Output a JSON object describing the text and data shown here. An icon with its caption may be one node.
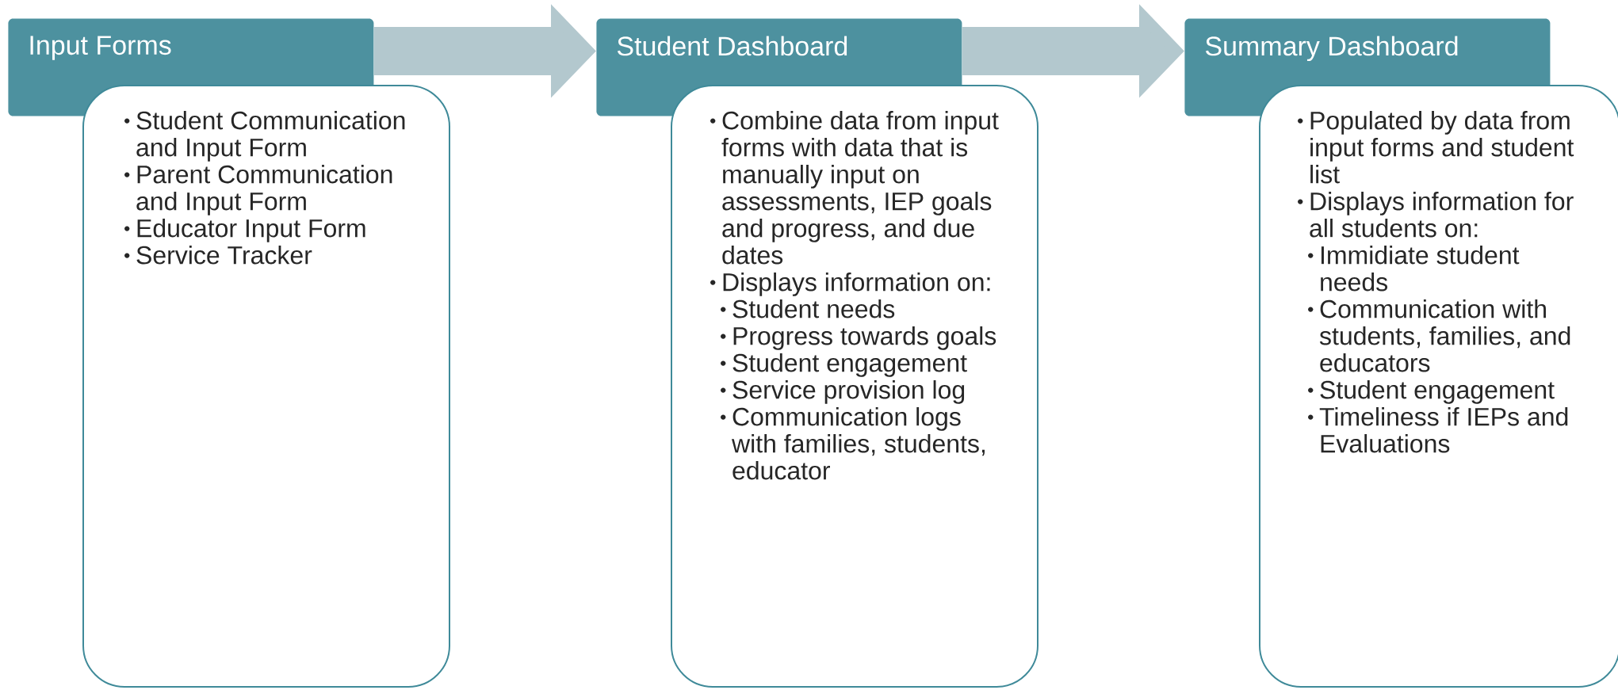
{
  "diagram": {
    "nodes": [
      {
        "text": [
          "Input Forms"
        ]
      },
      {
        "text": [
          "Student Communication and Input Form",
          "Parent Communication and Input Form",
          "Educator Input Form",
          "Service Tracker"
        ]
      },
      {
        "text": [
          "Student Dashboard"
        ]
      },
      {
        "text": [
          "Combine data from input forms with data that is manually input on assessments, IEP goals and progress, and due dates",
          "Displays information on:",
          "Student needs",
          "Progress towards goals",
          "Student engagement",
          "Service provision log",
          "Communication logs with families, students, educator"
        ]
      },
      {
        "text": [
          "Summary Dashboard"
        ]
      },
      {
        "text": [
          "Populated by data from input forms and student list",
          "Displays information for all students on:",
          "Immidiate student needs",
          "Communication with students, families, and educators",
          "Student engagement",
          "Timeliness if IEPs and Evaluations"
        ]
      }
    ],
    "edges": [
      {
        "from": 0,
        "to": 2,
        "arrow": "to"
      },
      {
        "from": 2,
        "to": 4,
        "arrow": "to"
      }
    ]
  }
}
